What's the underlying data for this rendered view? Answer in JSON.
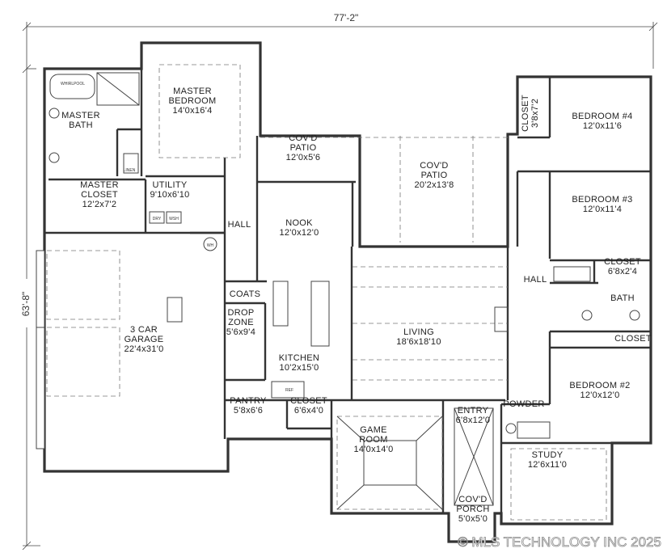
{
  "dimensions": {
    "width_label": "77'-2\"",
    "depth_label": "63'-8\""
  },
  "rooms": [
    {
      "id": "master-bedroom",
      "name_lines": [
        "MASTER",
        "BEDROOM"
      ],
      "size": "14'0x16'4"
    },
    {
      "id": "master-bath",
      "name_lines": [
        "MASTER",
        "BATH"
      ],
      "size": ""
    },
    {
      "id": "master-closet",
      "name_lines": [
        "MASTER",
        "CLOSET"
      ],
      "size": "12'2x7'2"
    },
    {
      "id": "utility",
      "name_lines": [
        "UTILITY"
      ],
      "size": "9'10x6'10"
    },
    {
      "id": "covd-patio-small",
      "name_lines": [
        "COV'D",
        "PATIO"
      ],
      "size": "12'0x5'6"
    },
    {
      "id": "covd-patio-large",
      "name_lines": [
        "COV'D",
        "PATIO"
      ],
      "size": "20'2x13'8"
    },
    {
      "id": "closet-br4",
      "name_lines": [
        "CLOSET"
      ],
      "size": "3'8x7'2"
    },
    {
      "id": "bedroom-4",
      "name_lines": [
        "BEDROOM #4"
      ],
      "size": "12'0x11'6"
    },
    {
      "id": "bedroom-3",
      "name_lines": [
        "BEDROOM #3"
      ],
      "size": "12'0x11'4"
    },
    {
      "id": "hall-left",
      "name_lines": [
        "HALL"
      ],
      "size": ""
    },
    {
      "id": "nook",
      "name_lines": [
        "NOOK"
      ],
      "size": "12'0x12'0"
    },
    {
      "id": "closet-bath",
      "name_lines": [
        "CLOSET"
      ],
      "size": "6'8x2'4"
    },
    {
      "id": "hall-right",
      "name_lines": [
        "HALL"
      ],
      "size": ""
    },
    {
      "id": "bath",
      "name_lines": [
        "BATH"
      ],
      "size": ""
    },
    {
      "id": "coats",
      "name_lines": [
        "COATS"
      ],
      "size": ""
    },
    {
      "id": "drop-zone",
      "name_lines": [
        "DROP",
        "ZONE"
      ],
      "size": "5'6x9'4"
    },
    {
      "id": "garage",
      "name_lines": [
        "3 CAR",
        "GARAGE"
      ],
      "size": "22'4x31'0"
    },
    {
      "id": "living",
      "name_lines": [
        "LIVING"
      ],
      "size": "18'6x18'10"
    },
    {
      "id": "closet-br2",
      "name_lines": [
        "CLOSET"
      ],
      "size": ""
    },
    {
      "id": "kitchen",
      "name_lines": [
        "KITCHEN"
      ],
      "size": "10'2x15'0"
    },
    {
      "id": "bedroom-2",
      "name_lines": [
        "BEDROOM #2"
      ],
      "size": "12'0x12'0"
    },
    {
      "id": "pantry",
      "name_lines": [
        "PANTRY"
      ],
      "size": "5'8x6'6"
    },
    {
      "id": "closet-kitchen",
      "name_lines": [
        "CLOSET"
      ],
      "size": "6'6x4'0"
    },
    {
      "id": "powder",
      "name_lines": [
        "POWDER"
      ],
      "size": ""
    },
    {
      "id": "entry",
      "name_lines": [
        "ENTRY"
      ],
      "size": "6'8x12'0"
    },
    {
      "id": "game-room",
      "name_lines": [
        "GAME",
        "ROOM"
      ],
      "size": "14'0x14'0"
    },
    {
      "id": "study",
      "name_lines": [
        "STUDY"
      ],
      "size": "12'6x11'0"
    },
    {
      "id": "covd-porch",
      "name_lines": [
        "COV'D",
        "PORCH"
      ],
      "size": "5'0x5'0"
    }
  ],
  "fixtures": {
    "dryer": "DRY",
    "washer": "WSH",
    "water_heater": "WH",
    "linen": "LINEN",
    "ref": "REF",
    "whirlpool": "WHIRLPOOL"
  },
  "watermark": "© MLS TECHNOLOGY INC 2025"
}
